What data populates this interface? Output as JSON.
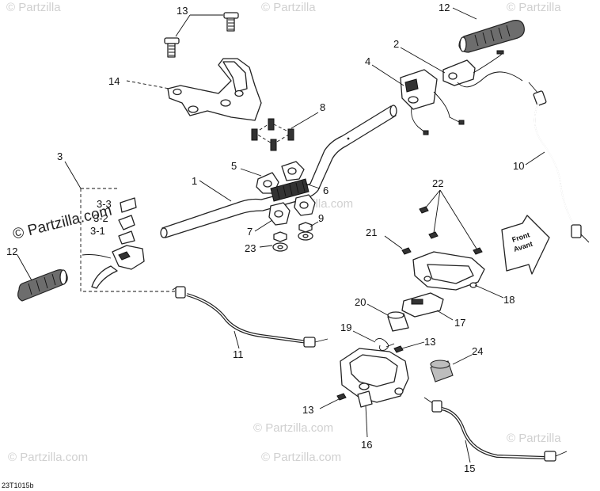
{
  "watermark": {
    "text": "© Partzilla.com",
    "short": "© Partzilla"
  },
  "drawing_code": "23T1015b",
  "direction_arrow": {
    "line1": "Front",
    "line2": "Avant"
  },
  "callouts": {
    "c1": "1",
    "c2": "2",
    "c3": "3",
    "c3_1": "3-1",
    "c3_2": "3-2",
    "c3_3": "3-3",
    "c4": "4",
    "c5": "5",
    "c6": "6",
    "c7": "7",
    "c8": "8",
    "c9": "9",
    "c10": "10",
    "c11": "11",
    "c12_top": "12",
    "c12_left": "12",
    "c13_top": "13",
    "c13_mid": "13",
    "c13_low": "13",
    "c14": "14",
    "c15": "15",
    "c16": "16",
    "c17": "17",
    "c18": "18",
    "c19": "19",
    "c20": "20",
    "c21": "21",
    "c22": "22",
    "c23": "23",
    "c24": "24"
  }
}
